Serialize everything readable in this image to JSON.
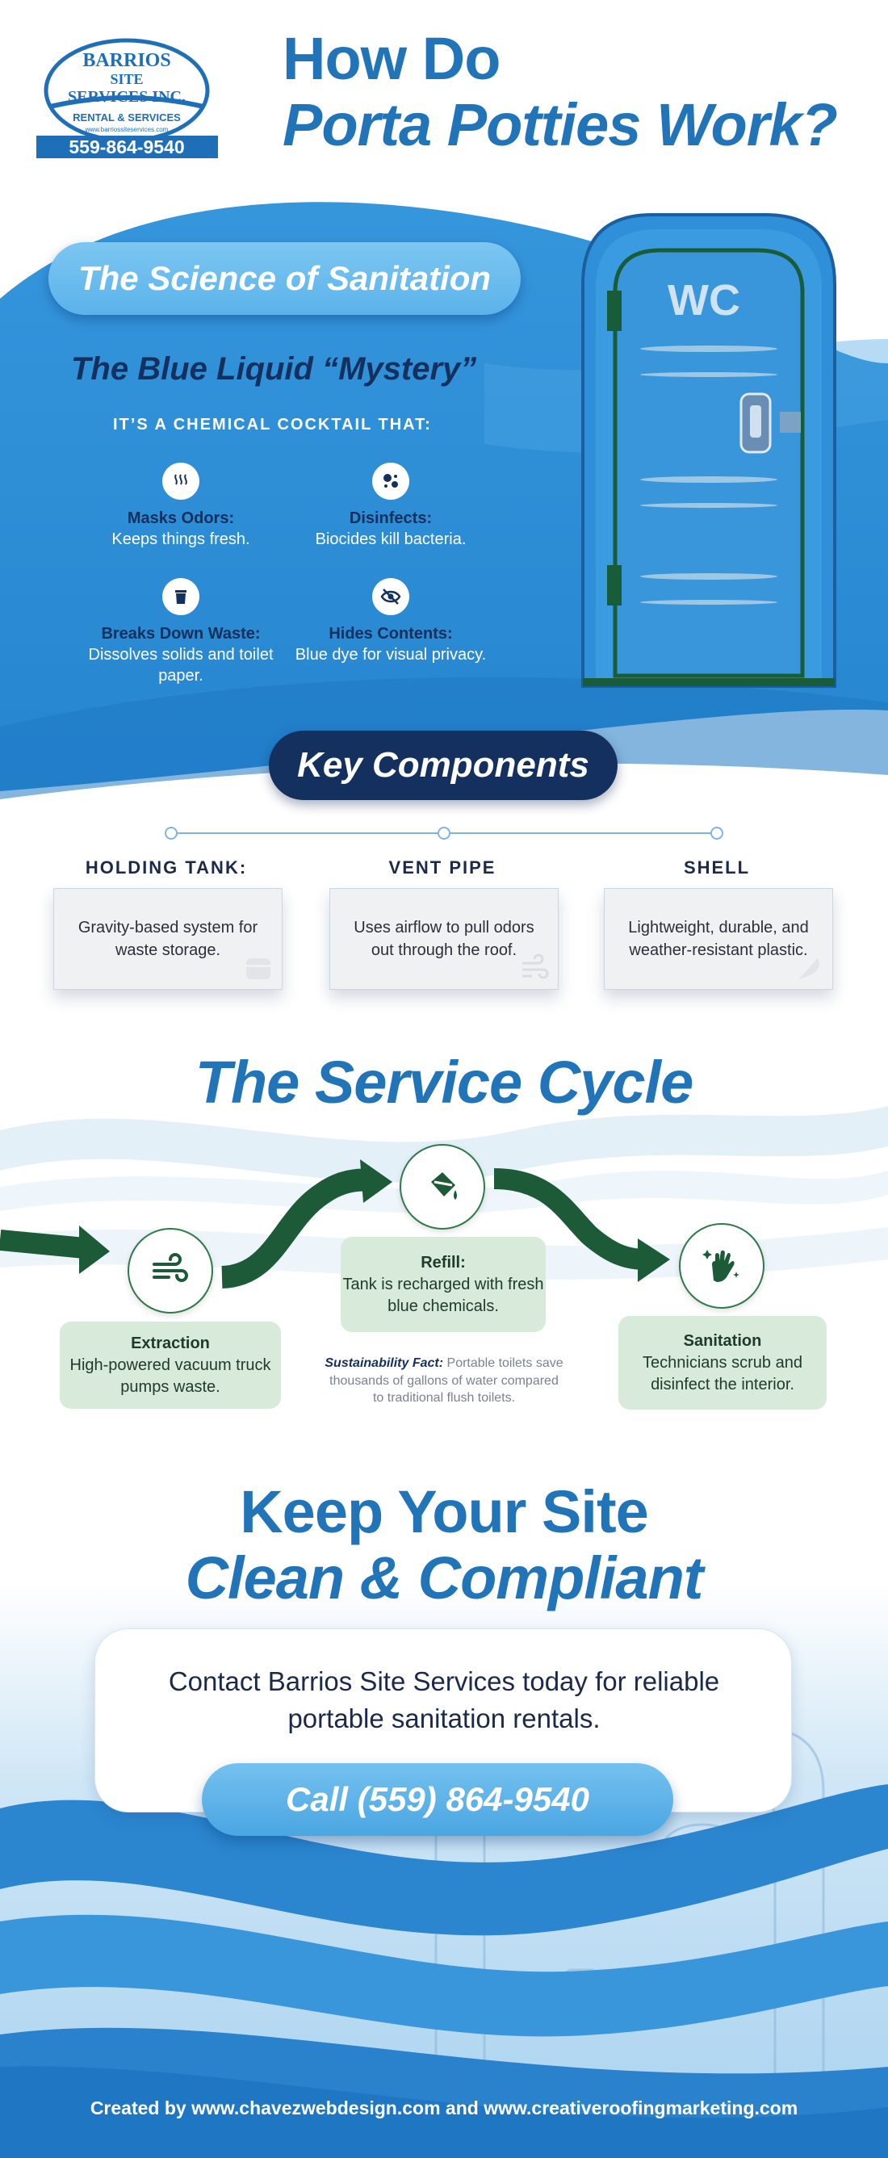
{
  "logo": {
    "name_top": "BARRIOS",
    "name_mid": "SITE",
    "name_bottom": "SERVICES INC.",
    "tagline": "RENTAL & SERVICES",
    "website": "www.barriossiteservices.com",
    "phone": "559-864-9540"
  },
  "header": {
    "title_line1": "How Do",
    "title_line2": "Porta Potties Work?"
  },
  "science": {
    "pill": "The Science of Sanitation",
    "heading": "The Blue Liquid “Mystery”",
    "subheading": "IT’S A CHEMICAL COCKTAIL THAT:",
    "features": [
      {
        "title": "Masks Odors:",
        "text": "Keeps things fresh.",
        "icon": "odor-waves-icon"
      },
      {
        "title": "Disinfects:",
        "text": "Biocides kill bacteria.",
        "icon": "germs-icon"
      },
      {
        "title": "Breaks Down Waste:",
        "text": "Dissolves solids and toilet paper.",
        "icon": "trash-icon"
      },
      {
        "title": "Hides Contents:",
        "text": "Blue dye for visual privacy.",
        "icon": "eye-slash-icon"
      }
    ],
    "toilet_label": "WC"
  },
  "components": {
    "pill": "Key Components",
    "items": [
      {
        "head": "HOLDING TANK:",
        "text": "Gravity-based system for waste storage.",
        "icon": "tank-icon"
      },
      {
        "head": "VENT PIPE",
        "text": "Uses airflow to pull odors out through the roof.",
        "icon": "airflow-icon"
      },
      {
        "head": "SHELL",
        "text": "Lightweight, durable, and weather-resistant plastic.",
        "icon": "feather-icon"
      }
    ]
  },
  "cycle": {
    "title": "The Service Cycle",
    "steps": [
      {
        "title": "Extraction",
        "text": "High-powered vacuum truck pumps waste.",
        "icon": "wind-icon"
      },
      {
        "title": "Refill:",
        "text": "Tank is recharged with fresh blue chemicals.",
        "icon": "paint-bucket-icon"
      },
      {
        "title": "Sanitation",
        "text": "Technicians scrub and disinfect the interior.",
        "icon": "sparkle-hand-icon"
      }
    ],
    "fact_label": "Sustainability Fact:",
    "fact_text": "Portable toilets save thousands of gallons of water compared to traditional flush toilets."
  },
  "cta": {
    "heading_line1": "Keep Your Site",
    "heading_line2": "Clean & Compliant",
    "contact": "Contact Barrios Site Services today for reliable portable sanitation rentals.",
    "call": "Call (559) 864-9540",
    "credits": "Created by www.chavezwebdesign.com and www.creativeroofingmarketing.com"
  },
  "colors": {
    "brand_blue": "#2274b9",
    "navy": "#13305e",
    "green": "#1d5a38",
    "mint": "#d8ebdb"
  }
}
